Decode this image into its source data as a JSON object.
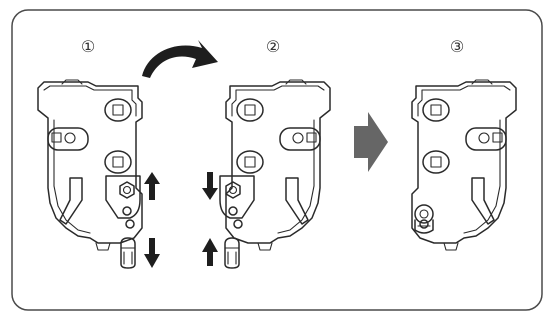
{
  "steps": [
    {
      "label": "①"
    },
    {
      "label": "②"
    },
    {
      "label": "③"
    }
  ],
  "colors": {
    "line": "#2a2a2a",
    "arrow_solid": "#1e1e1e",
    "arrow_gray": "#666666",
    "frame": "#4a4a4a"
  }
}
